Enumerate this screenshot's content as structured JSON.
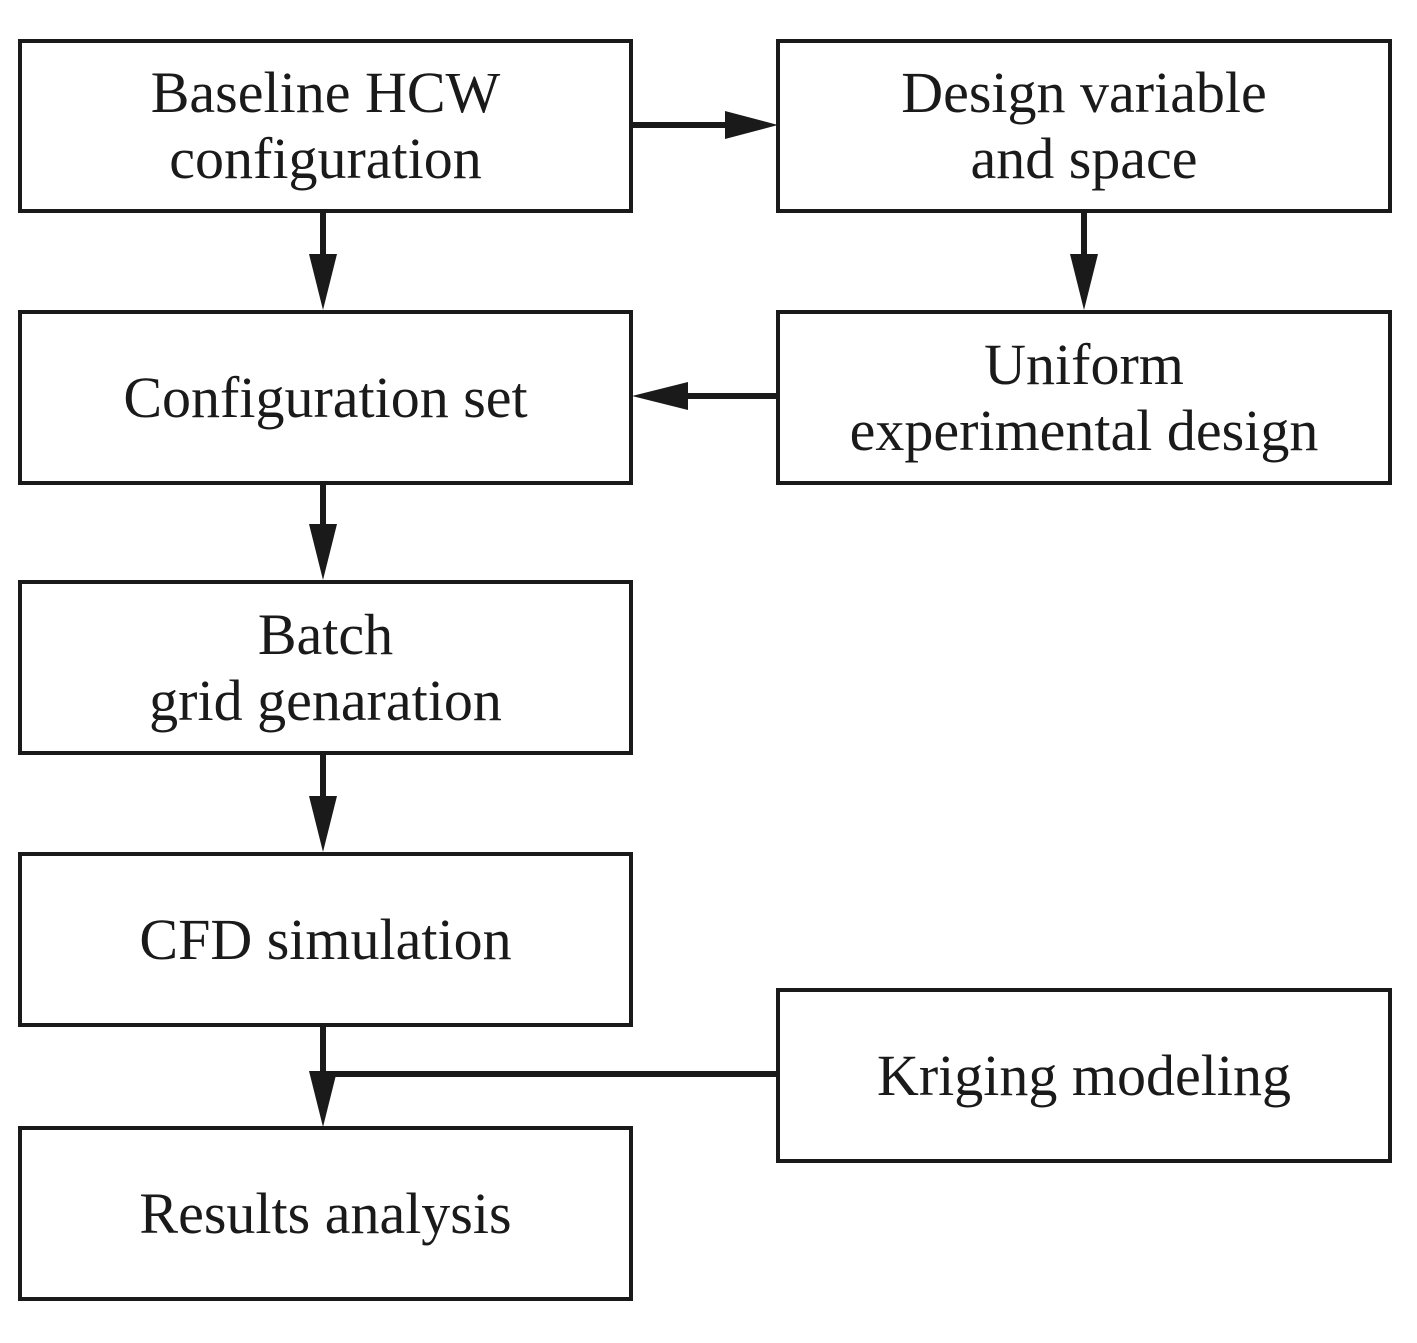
{
  "diagram": {
    "nodes": {
      "baseline": {
        "lines": [
          "Baseline HCW",
          "configuration"
        ]
      },
      "design_variable": {
        "lines": [
          "Design variable",
          "and space"
        ]
      },
      "configuration_set": {
        "lines": [
          "Configuration set"
        ]
      },
      "uniform_design": {
        "lines": [
          "Uniform",
          "experimental design"
        ]
      },
      "batch_grid": {
        "lines": [
          "Batch",
          "grid genaration"
        ]
      },
      "cfd": {
        "lines": [
          "CFD simulation"
        ]
      },
      "kriging": {
        "lines": [
          "Kriging modeling"
        ]
      },
      "results": {
        "lines": [
          "Results analysis"
        ]
      }
    },
    "edges": [
      {
        "from": "baseline",
        "to": "design_variable"
      },
      {
        "from": "baseline",
        "to": "configuration_set"
      },
      {
        "from": "design_variable",
        "to": "uniform_design"
      },
      {
        "from": "uniform_design",
        "to": "configuration_set"
      },
      {
        "from": "configuration_set",
        "to": "batch_grid"
      },
      {
        "from": "batch_grid",
        "to": "cfd"
      },
      {
        "from": "cfd",
        "to": "results"
      },
      {
        "from": "kriging",
        "to": "results"
      }
    ],
    "colors": {
      "line": "#1a1a1a",
      "background": "#ffffff"
    }
  }
}
